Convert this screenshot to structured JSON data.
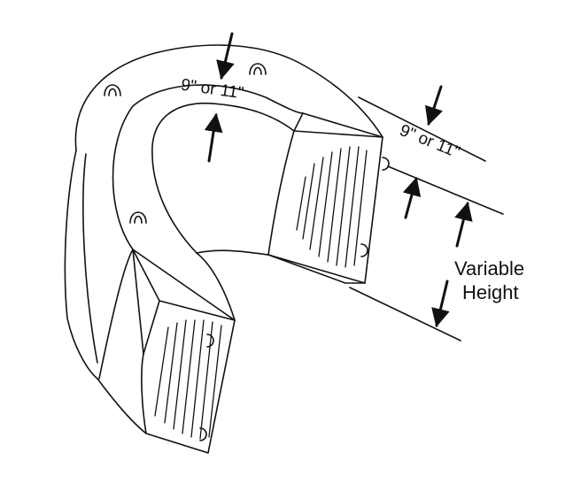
{
  "labels": {
    "width_top": "9\" or 11\"",
    "width_right": "9\" or 11\"",
    "height_line1": "Variable",
    "height_line2": "Height"
  },
  "colors": {
    "line": "#111111",
    "fill": "#ffffff"
  }
}
